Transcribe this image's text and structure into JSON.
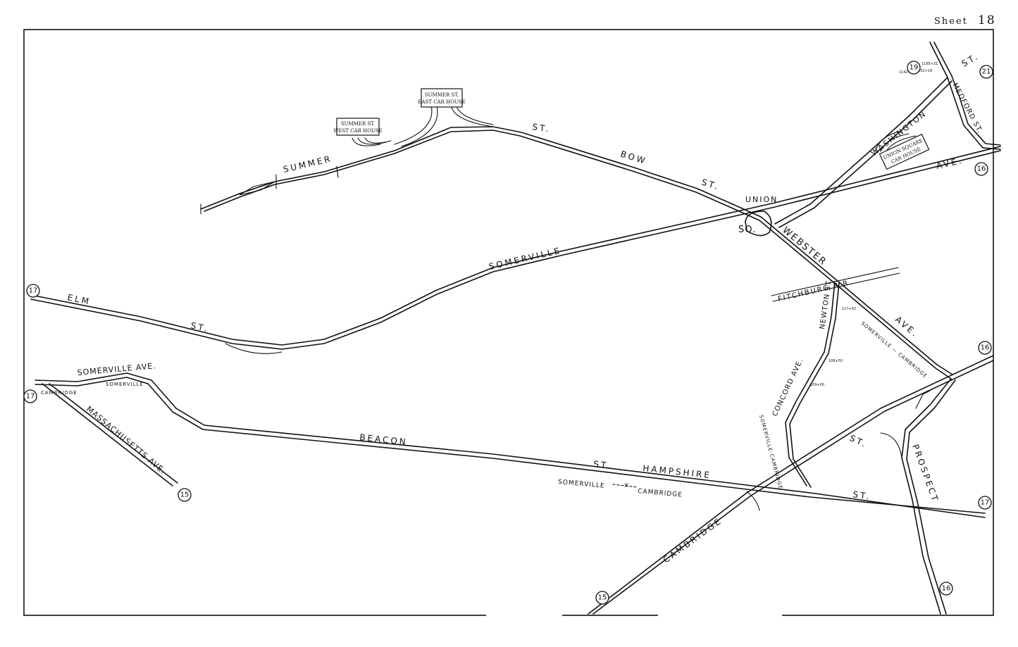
{
  "sheet": {
    "label": "Sheet",
    "number": "18"
  },
  "streets": {
    "summer": "SUMMER",
    "summer_st": "ST.",
    "bow": "BOW",
    "bow_st": "ST.",
    "union": "UNION",
    "union_sq": "SQ.",
    "somerville": "SOMERVILLE",
    "somerville_ave": "AVE.",
    "elm": "ELM",
    "elm_st": "ST.",
    "somerville_ave_west": "SOMERVILLE AVE.",
    "massachusetts_ave": "MASSACHUSETTS AVE.",
    "beacon": "BEACON",
    "beacon_st": "ST.",
    "hampshire": "HAMPSHIRE",
    "hampshire_st": "ST.",
    "cambridge": "CAMBRIDGE",
    "cambridge_st": "ST.",
    "prospect": "PROSPECT",
    "webster": "WEBSTER",
    "webster_ave": "AVE.",
    "washington": "WASHINGTON",
    "washington_st": "ST.",
    "medford_st": "MEDFORD ST.",
    "fitchburg_rr": "FITCHBURG R.R.",
    "newton_st": "NEWTON ST.",
    "concord_ave": "CONCORD AVE.",
    "union_square_car_house": [
      "UNION SQUARE",
      "CAR HOUSE"
    ],
    "summer_west_car_house": [
      "SUMMER ST.",
      "WEST CAR HOUSE"
    ],
    "summer_east_car_house": [
      "SUMMER ST.",
      "EAST CAR HOUSE"
    ]
  },
  "boundaries": {
    "somerville": "SOMERVILLE",
    "cambridge": "CAMBRIDGE",
    "somerville_cambridge": "SOMERVILLE — CAMBRIDGE",
    "cambridge_west": "CAMBRIDGE",
    "somerville_west": "SOMERVILLE",
    "somerville_cambridge_vertical": "SOMERVILLE-CAMBRIDGE"
  },
  "sheet_refs": {
    "ref_19": "19",
    "ref_21": "21",
    "ref_16_east": "16",
    "ref_16_mid": "16",
    "ref_16_south": "16",
    "ref_17_elm": "17",
    "ref_17_west": "17",
    "ref_15_mass": "15",
    "ref_15_cambridge": "15",
    "ref_17_hampshire": "17"
  },
  "stations": {
    "s1": "1152+16",
    "s2": "1142+80",
    "s3": "1165+31",
    "s4": "117+62",
    "s5": "108+50",
    "s6": "109+00"
  }
}
